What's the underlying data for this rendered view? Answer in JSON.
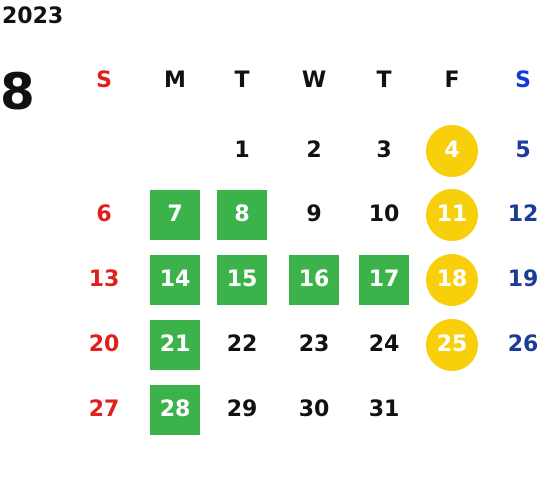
{
  "calendar": {
    "year": "2023",
    "month": "8",
    "weekdays": [
      "S",
      "M",
      "T",
      "W",
      "T",
      "F",
      "S"
    ],
    "weeks": [
      [
        "",
        "",
        "1",
        "2",
        "3",
        "4",
        "5"
      ],
      [
        "6",
        "7",
        "8",
        "9",
        "10",
        "11",
        "12"
      ],
      [
        "13",
        "14",
        "15",
        "16",
        "17",
        "18",
        "19"
      ],
      [
        "20",
        "21",
        "22",
        "23",
        "24",
        "25",
        "26"
      ],
      [
        "27",
        "28",
        "29",
        "30",
        "31",
        "",
        ""
      ]
    ],
    "green_days": [
      "7",
      "8",
      "14",
      "15",
      "16",
      "17",
      "21",
      "28"
    ],
    "gold_days": [
      "4",
      "11",
      "18",
      "25"
    ]
  },
  "colors": {
    "sunday": "#e0201c",
    "saturday_header": "#1438d6",
    "saturday": "#1c3c9a",
    "weekday": "#111111",
    "green_highlight": "#3bb24a",
    "gold_highlight": "#f7cf0a"
  }
}
